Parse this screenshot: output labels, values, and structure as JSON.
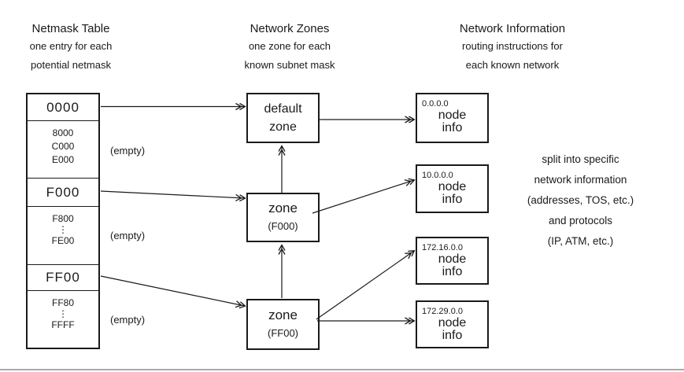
{
  "diagram": {
    "headers": {
      "netmask": {
        "title": "Netmask Table",
        "sub1": "one entry for each",
        "sub2": "potential netmask"
      },
      "zones": {
        "title": "Network Zones",
        "sub1": "one zone for each",
        "sub2": "known subnet mask"
      },
      "netinfo": {
        "title": "Network Information",
        "sub1": "routing instructions for",
        "sub2": "each known network"
      }
    },
    "netmask_table": {
      "entries": [
        "0000",
        "F000",
        "FF00"
      ],
      "gaps": [
        {
          "lines": [
            "8000",
            "C000",
            "E000"
          ],
          "note": "(empty)"
        },
        {
          "lines": [
            "F800",
            "⋮",
            "FE00"
          ],
          "note": "(empty)"
        },
        {
          "lines": [
            "FF80",
            "⋮",
            "FFFF"
          ],
          "note": "(empty)"
        }
      ]
    },
    "zones": [
      {
        "line1": "default",
        "line2": "zone"
      },
      {
        "line1": "zone",
        "line2": "(F000)"
      },
      {
        "line1": "zone",
        "line2": "(FF00)"
      }
    ],
    "nodes": [
      {
        "ip": "0.0.0.0",
        "line1": "node",
        "line2": "info"
      },
      {
        "ip": "10.0.0.0",
        "line1": "node",
        "line2": "info"
      },
      {
        "ip": "172.16.0.0",
        "line1": "node",
        "line2": "info"
      },
      {
        "ip": "172.29.0.0",
        "line1": "node",
        "line2": "info"
      }
    ],
    "annotation": {
      "lines": [
        "split into specific",
        "network information",
        "(addresses, TOS, etc.)",
        "and protocols",
        "(IP, ATM, etc.)"
      ]
    },
    "edges": [
      {
        "from": "0000",
        "to": "default zone"
      },
      {
        "from": "default zone",
        "to": "0.0.0.0 node info"
      },
      {
        "from": "F000",
        "to": "zone (F000)"
      },
      {
        "from": "zone (F000)",
        "to": "default zone"
      },
      {
        "from": "zone (F000)",
        "to": "10.0.0.0 node info"
      },
      {
        "from": "FF00",
        "to": "zone (FF00)"
      },
      {
        "from": "zone (FF00)",
        "to": "zone (F000)"
      },
      {
        "from": "zone (FF00)",
        "to": "172.16.0.0 node info"
      },
      {
        "from": "zone (FF00)",
        "to": "172.29.0.0 node info"
      }
    ]
  },
  "colors": {
    "ink": "#1a1a1a",
    "background": "#ffffff",
    "bottom_rule": "#aaaaaa"
  }
}
